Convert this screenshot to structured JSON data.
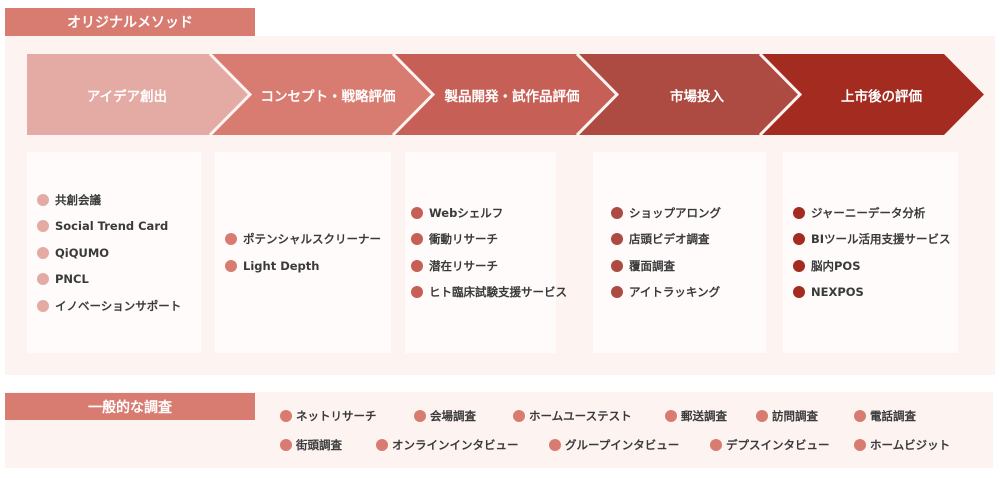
{
  "original_method": {
    "title": "オリジナルメソッド",
    "stages": [
      {
        "label": "アイデア創出",
        "color": "#e4aaa4",
        "items": [
          "共創会議",
          "Social Trend Card",
          "QiQUMO",
          "PNCL",
          "イノベーションサポート"
        ]
      },
      {
        "label": "コンセプト・戦略評価",
        "color": "#d87b70",
        "items": [
          "ポテンシャルスクリーナー",
          "Light Depth"
        ]
      },
      {
        "label": "製品開発・試作品評価",
        "color": "#c65f55",
        "items": [
          "Webシェルフ",
          "衝動リサーチ",
          "潜在リサーチ",
          "ヒト臨床試験支援サービス"
        ]
      },
      {
        "label": "市場投入",
        "color": "#ad4a41",
        "items": [
          "ショップアロング",
          "店頭ビデオ調査",
          "覆面調査",
          "アイトラッキング"
        ]
      },
      {
        "label": "上市後の評価",
        "color": "#a32b20",
        "items": [
          "ジャーニーデータ分析",
          "BIツール活用支援サービス",
          "脳内POS",
          "NEXPOS"
        ]
      }
    ]
  },
  "general_research": {
    "title": "一般的な調査",
    "dot_color": "#d87b70",
    "rows": [
      [
        "ネットリサーチ",
        "会場調査",
        "ホームユーステスト",
        "郵送調査",
        "訪問調査",
        "電話調査"
      ],
      [
        "街頭調査",
        "オンラインインタビュー",
        "グループインタビュー",
        "デプスインタビュー",
        "ホームビジット"
      ]
    ]
  }
}
